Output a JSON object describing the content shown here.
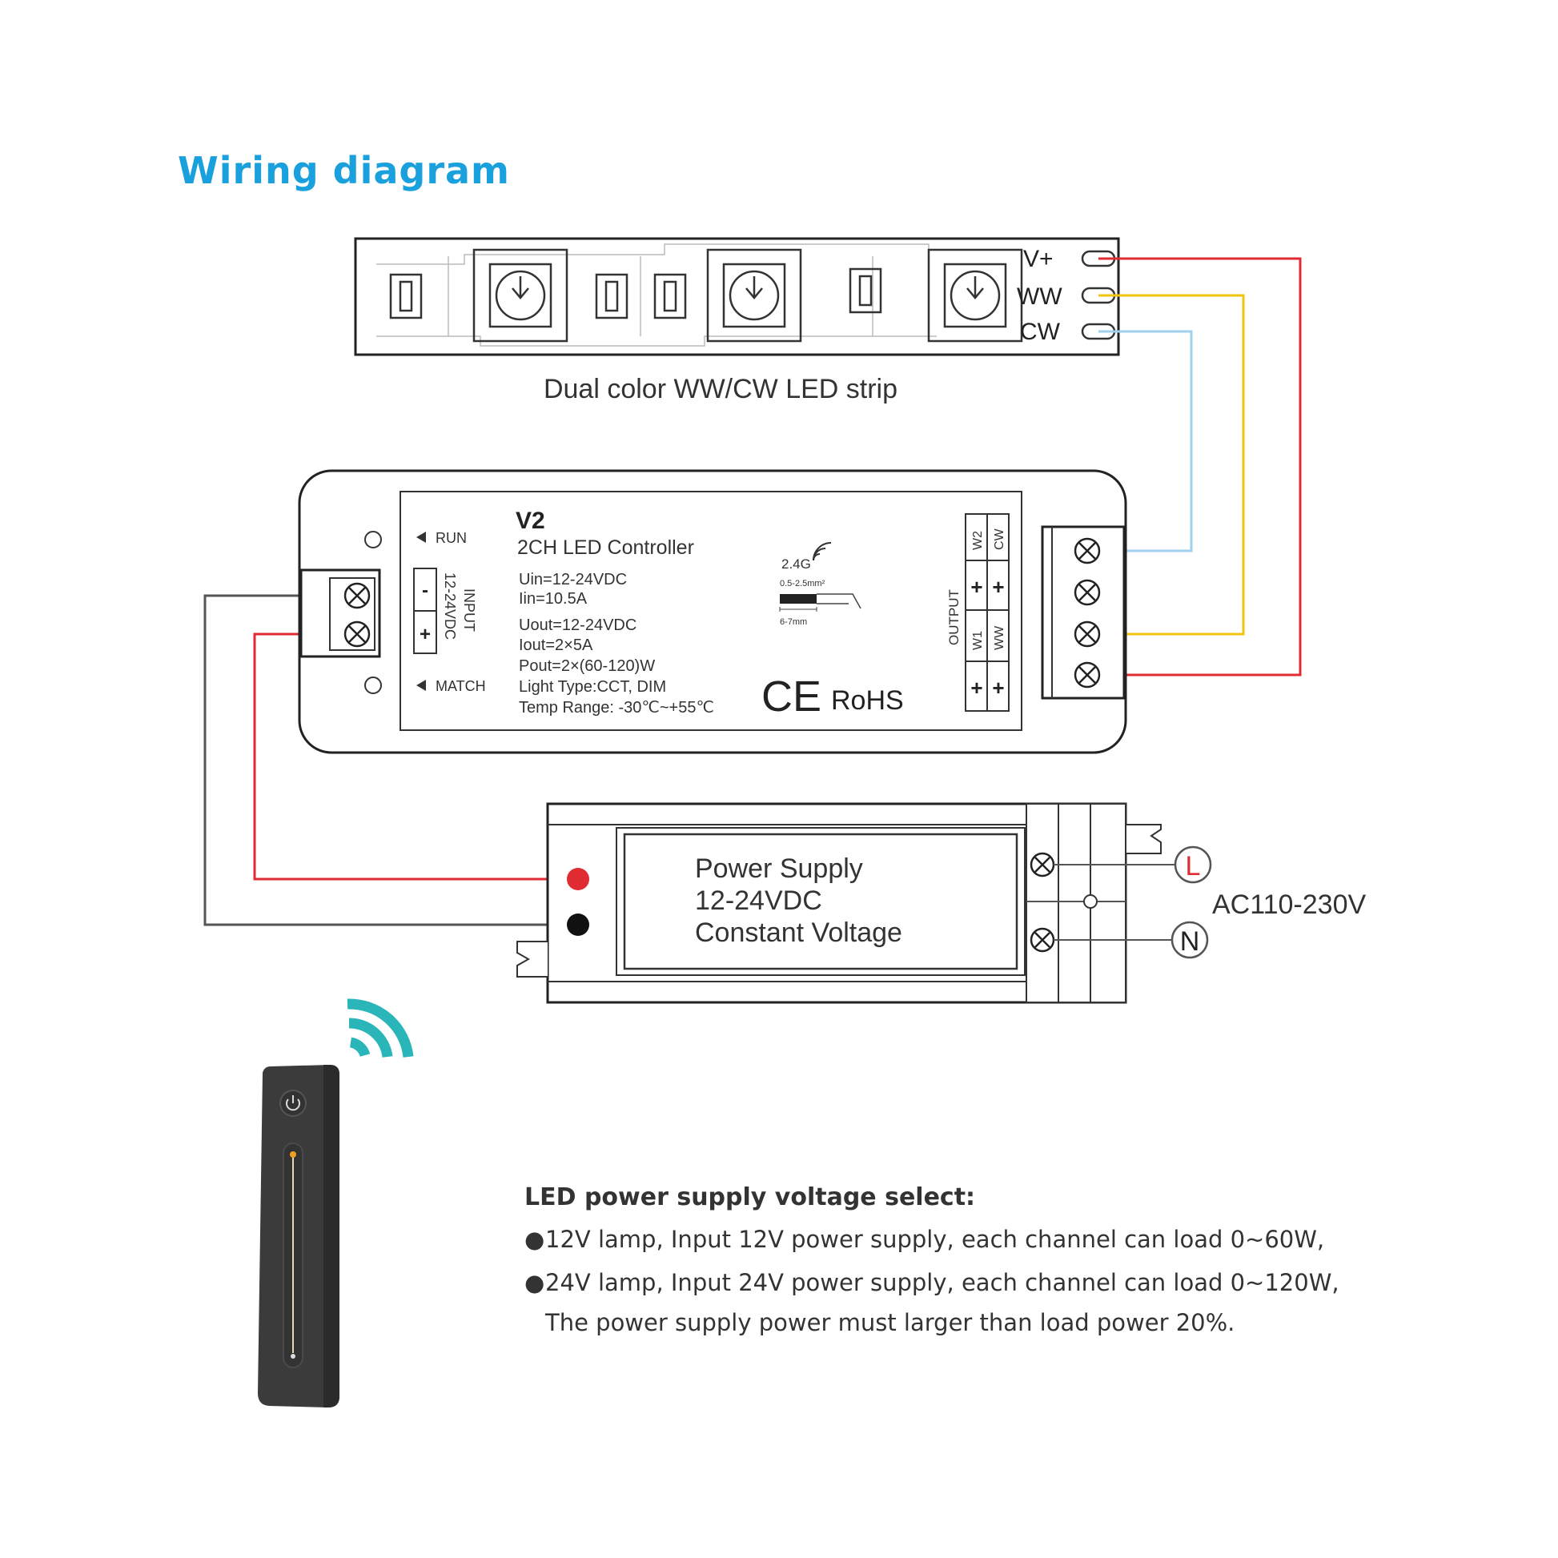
{
  "title": "Wiring diagram",
  "strip": {
    "caption": "Dual color WW/CW LED strip",
    "terminals": [
      "V+",
      "WW",
      "CW"
    ]
  },
  "controller": {
    "model": "V2",
    "name": "2CH LED Controller",
    "run_label": "RUN",
    "match_label": "MATCH",
    "input_label": "INPUT",
    "input_voltage": "12-24VDC",
    "minus": "-",
    "plus": "+",
    "specs": [
      "Uin=12-24VDC",
      "Iin=10.5A",
      "Uout=12-24VDC",
      "Iout=2×5A",
      "Pout=2×(60-120)W",
      "Light Type:CCT, DIM",
      "Temp Range: -30℃~+55℃"
    ],
    "wireless": "2.4G",
    "wire_gauge": "0.5-2.5mm²",
    "strip_length": "6-7mm",
    "ce": "CE",
    "rohs": "RoHS",
    "output_label": "OUTPUT",
    "output_channels": [
      "W2",
      "CW",
      "W1",
      "WW"
    ]
  },
  "power_supply": {
    "lines": [
      "Power Supply",
      "12-24VDC",
      "Constant Voltage"
    ],
    "live": "L",
    "neutral": "N",
    "ac_input": "AC110-230V"
  },
  "notes": {
    "heading": "LED power supply voltage select:",
    "bullet": "●",
    "items": [
      "12V lamp, Input 12V power supply, each channel can load 0~60W,",
      "24V lamp, Input 24V power supply, each channel can load 0~120W,"
    ],
    "continuation": "The power supply power must larger than load power 20%."
  },
  "colors": {
    "title": "#1aa0dc",
    "wire_red": "#e02b33",
    "wire_yellow": "#f2c40f",
    "wire_blue": "#9fd0ee",
    "wire_gray": "#555555",
    "remote_body": "#3b3b3b",
    "slider_accent": "#f0a020",
    "signal": "#2ab5b8"
  }
}
